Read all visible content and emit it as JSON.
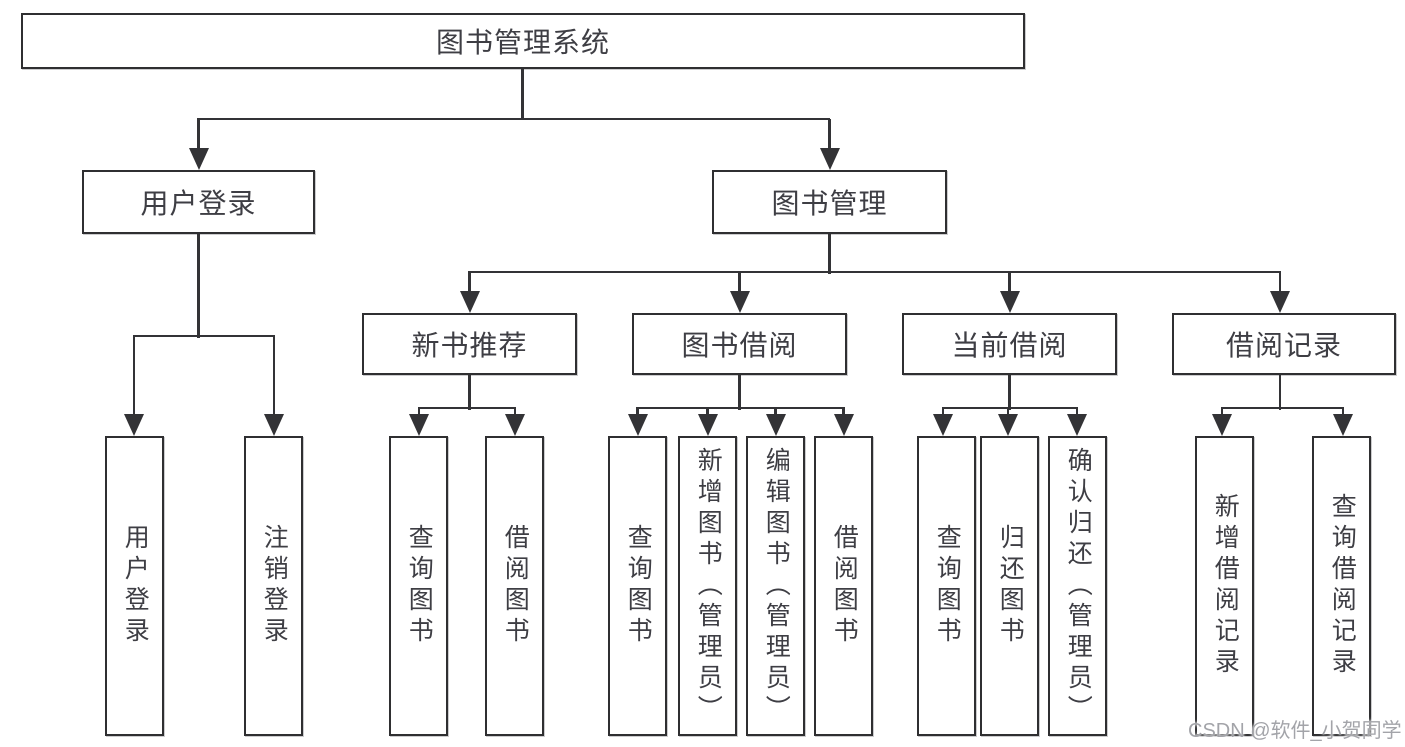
{
  "watermark": "CSDN @软件_小贺同学",
  "colors": {
    "line": "#333336",
    "box_border": "#2f2f31",
    "text": "#3e3e44",
    "watermark": "#a3a4a9",
    "background": "#ffffff"
  },
  "tree": {
    "label": "图书管理系统",
    "children": [
      {
        "label": "用户登录",
        "children": [
          {
            "label": "用户登录"
          },
          {
            "label": "注销登录"
          }
        ]
      },
      {
        "label": "图书管理",
        "children": [
          {
            "label": "新书推荐",
            "children": [
              {
                "label": "查询图书"
              },
              {
                "label": "借阅图书"
              }
            ]
          },
          {
            "label": "图书借阅",
            "children": [
              {
                "label": "查询图书"
              },
              {
                "label": "新增图书（管理员）"
              },
              {
                "label": "编辑图书（管理员）"
              },
              {
                "label": "借阅图书"
              }
            ]
          },
          {
            "label": "当前借阅",
            "children": [
              {
                "label": "查询图书"
              },
              {
                "label": "归还图书"
              },
              {
                "label": "确认归还（管理员）"
              }
            ]
          },
          {
            "label": "借阅记录",
            "children": [
              {
                "label": "新增借阅记录"
              },
              {
                "label": "查询借阅记录"
              }
            ]
          }
        ]
      }
    ]
  }
}
